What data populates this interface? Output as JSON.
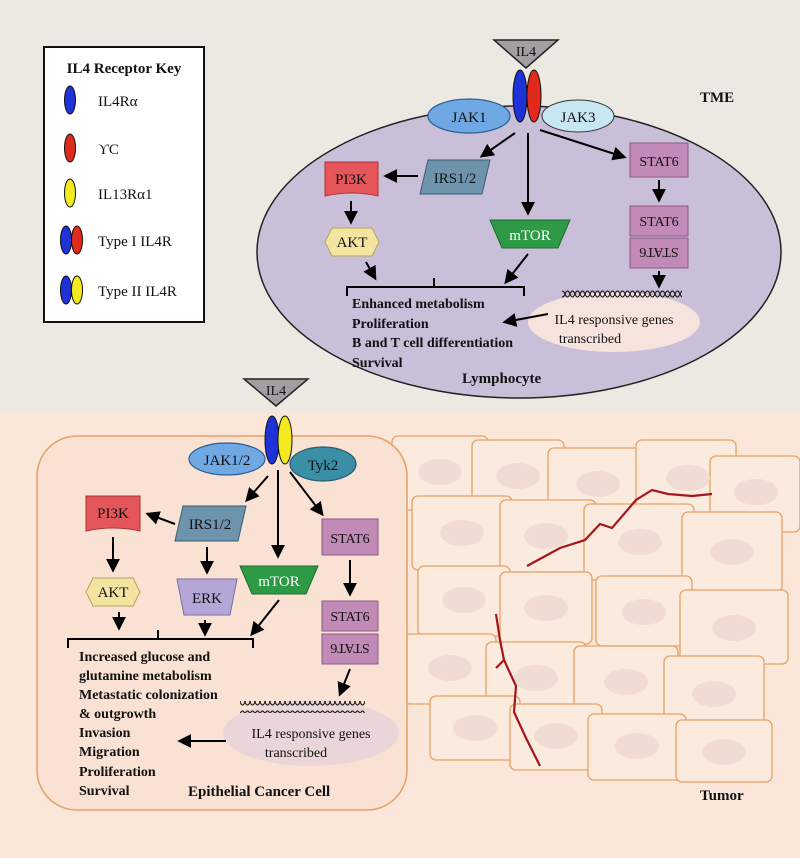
{
  "key": {
    "title": "IL4 Receptor Key",
    "items": [
      {
        "label": "IL4Rα",
        "colors": [
          "#1e32d8"
        ]
      },
      {
        "label": "ϒC",
        "colors": [
          "#e02a1c"
        ]
      },
      {
        "label": "IL13Rα1",
        "colors": [
          "#f2ea1e"
        ]
      },
      {
        "label": "Type I IL4R",
        "colors": [
          "#1e32d8",
          "#e02a1c"
        ]
      },
      {
        "label": "Type II IL4R",
        "colors": [
          "#1e32d8",
          "#f2ea1e"
        ]
      }
    ]
  },
  "tme": {
    "region_label": "TME",
    "ligand": "IL4",
    "cell_label": "Lymphocyte",
    "nodes": {
      "jak1": "JAK1",
      "jak3": "JAK3",
      "pi3k": "PI3K",
      "irs": "IRS1/2",
      "stat6": "STAT6",
      "akt": "AKT",
      "mtor": "mTOR",
      "stat6_dimer_top": "STAT6",
      "stat6_dimer_bottom": "STAT6"
    },
    "genes": [
      "IL4 responsive genes",
      "transcribed"
    ],
    "outcomes": [
      "Enhanced metabolism",
      "Proliferation",
      "B and T cell differentiation",
      "Survival"
    ]
  },
  "tumor": {
    "region_label": "Tumor",
    "ligand": "IL4",
    "cell_label": "Epithelial Cancer Cell",
    "nodes": {
      "jak12": "JAK1/2",
      "tyk2": "Tyk2",
      "pi3k": "PI3K",
      "irs": "IRS1/2",
      "stat6": "STAT6",
      "akt": "AKT",
      "erk": "ERK",
      "mtor": "mTOR",
      "stat6_dimer_top": "STAT6",
      "stat6_dimer_bottom": "STAT6"
    },
    "genes": [
      "IL4 responsive genes",
      "transcribed"
    ],
    "outcomes": [
      "Increased glucose and",
      "glutamine metabolism",
      "Metastatic colonization",
      "& outgrowth",
      "Invasion",
      "Migration",
      "Proliferation",
      "Survival"
    ]
  },
  "colors": {
    "top_bg": "#ebe9e1",
    "bottom_bg": "#fbe7da",
    "lymphocyte_fill": "#cabfd8",
    "cancer_cell_fill": "#f9e2d3",
    "jak_blue": "#6fa8e2",
    "teal": "#3a8fa6",
    "pi3k_red": "#e4565a",
    "irs_blue": "#6d93ad",
    "stat_pink": "#c28ab7",
    "akt_yellow": "#f3e4a0",
    "mtor_green": "#2e9a46",
    "erk_lavender": "#b4a6d6",
    "ligand_gray": "#a49ea3",
    "vessel": "#a3171c"
  }
}
